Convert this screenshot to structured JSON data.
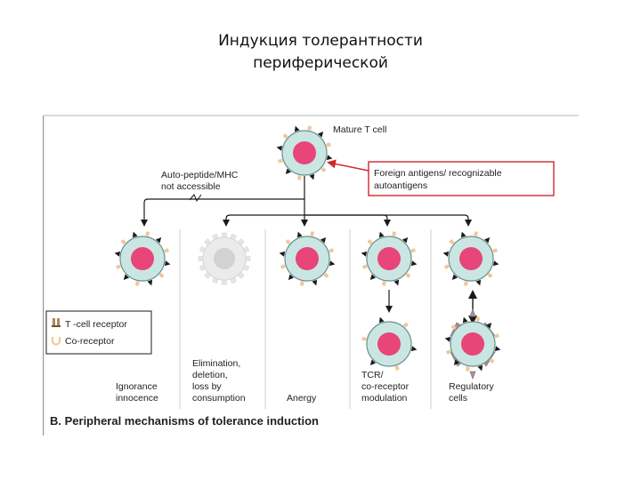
{
  "slide": {
    "title_line1": "Индукция толерантности",
    "title_line2": "периферической"
  },
  "figure": {
    "mature_label": "Mature T cell",
    "auto_peptide_line1": "Auto-peptide/MHC",
    "auto_peptide_line2": "not accessible",
    "foreign_line1": "Foreign antigens/ recognizable",
    "foreign_line2": "autoantigens",
    "legend_tcr": "T -cell receptor",
    "legend_coreceptor": "Co-receptor",
    "outcomes": [
      {
        "lines": [
          "Ignorance",
          "innocence"
        ]
      },
      {
        "lines": [
          "Elimination,",
          "deletion,",
          "loss by",
          "consumption"
        ]
      },
      {
        "lines": [
          "Anergy"
        ]
      },
      {
        "lines": [
          "TCR/",
          "co-receptor",
          "modulation"
        ]
      },
      {
        "lines": [
          "Regulatory",
          "cells"
        ]
      }
    ],
    "caption": "B. Peripheral mechanisms of tolerance induction",
    "colors": {
      "cell_body": "#c9e6e2",
      "cell_border": "#6a8f8d",
      "nucleus": "#e8457a",
      "receptor": "#1a1a1a",
      "coreceptor": "#f0c79a",
      "dead_cell": "#e6e6e6",
      "highlight_box": "#d0282d",
      "regulatory_spike": "#a98f9b"
    }
  }
}
